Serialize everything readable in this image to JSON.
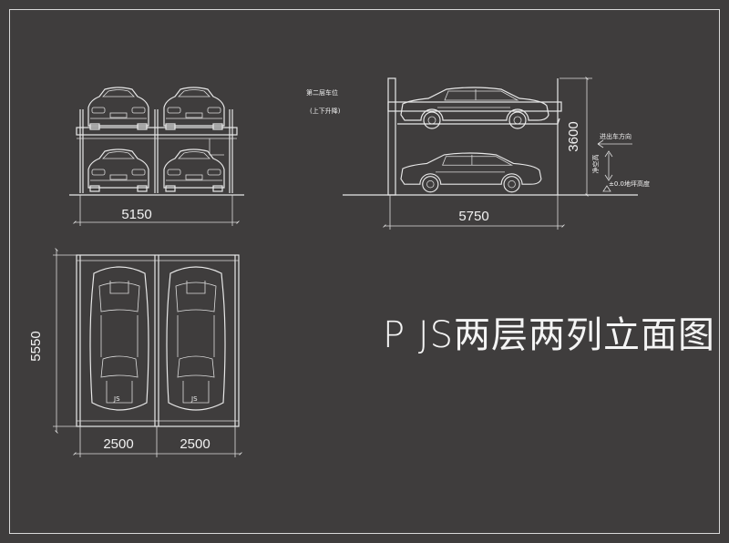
{
  "title": "P JS两层两列立面图",
  "front_view": {
    "width_dim": "5150"
  },
  "side_view": {
    "width_dim": "5750",
    "height_dim": "3600",
    "note_upper": "第二层车位",
    "note_upper_sub": "(上下升降)",
    "note_entry": "进出车方向",
    "note_clear": "净空高",
    "note_ground": "±0.0地坪高度"
  },
  "plan_view": {
    "length_dim": "5550",
    "bay1_dim": "2500",
    "bay2_dim": "2500",
    "car_mark": "JS"
  },
  "colors": {
    "background": "#3f3d3d",
    "line": "#e8e8e8"
  }
}
